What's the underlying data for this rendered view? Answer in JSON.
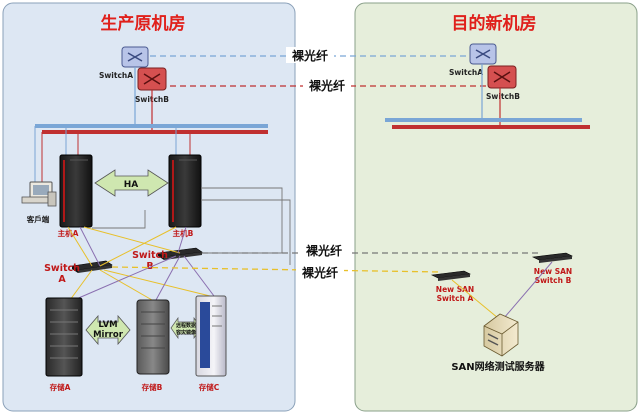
{
  "rooms": {
    "production": "生产原机房",
    "destination": "目的新机房"
  },
  "links": {
    "fiber": "裸光纤"
  },
  "nodes": {
    "switch_a": "SwitchA",
    "switch_b": "SwitchB",
    "dest_switch_a": "SwitchA",
    "dest_switch_b": "SwitchB",
    "client": "客戶端",
    "host_a": "主机A",
    "host_b": "主机B",
    "ha": "HA",
    "san_switch_a_line1": "Switch",
    "san_switch_a_line2": "A",
    "san_switch_b_line1": "Switch",
    "san_switch_b_line2": "B",
    "lvm_line1": "LVM",
    "lvm_line2": "Mirror",
    "remote_line1": "远程数据",
    "remote_line2": "容灾镜像",
    "storage_a": "存储A",
    "storage_b": "存储B",
    "storage_c": "存储C",
    "new_san_a_line1": "New SAN",
    "new_san_a_line2": "Switch A",
    "new_san_b_line1": "New SAN",
    "new_san_b_line2": "Switch B",
    "test_server": "SAN网络测试服务器"
  },
  "colors": {
    "production_bg": "#dde7f3",
    "destination_bg": "#e6eedb",
    "title_red": "#e0201b",
    "blue_line": "#7aa6d6",
    "red_line": "#c03030",
    "yellow_line": "#e8c02a",
    "purple_line": "#8a6fb0",
    "gray_line": "#777777"
  }
}
